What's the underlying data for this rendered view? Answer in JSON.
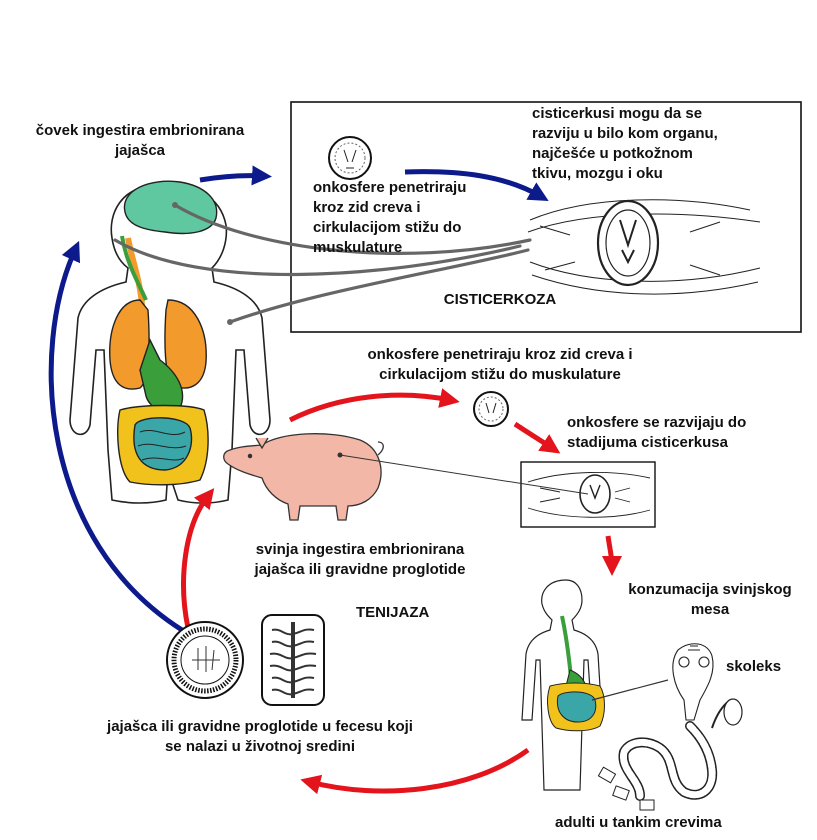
{
  "labels": {
    "human_ingests": [
      "čovek ingestira embrionirana",
      "jajašca"
    ],
    "cysticerci_organs": [
      "cisticerkusi mogu da se",
      "razviju u bilo kom organu,",
      "najčešće u potkožnom",
      "tkivu, mozgu i oku"
    ],
    "onco_box": [
      "onkosfere penetriraju",
      "kroz zid creva i",
      "cirkulacijom stižu do",
      "muskulature"
    ],
    "cysticercosis": "CISTICERKOZA",
    "onco_pig": [
      "onkosfere penetriraju kroz zid creva i",
      "cirkulacijom stižu do muskulature"
    ],
    "onco_develop": [
      "onkosfere se razvijaju do",
      "stadijuma cisticerkusa"
    ],
    "pig_ingests": [
      "svinja ingestira embrionirana",
      "jajašca ili gravidne proglotide"
    ],
    "pork": [
      "konzumacija svinjskog",
      "mesa"
    ],
    "taeniasis": "TENIJAZA",
    "scolex": "skoleks",
    "eggs_feces": [
      "jajašca ili gravidne proglotide u fecesu koji",
      "se nalazi u životnoj sredini"
    ],
    "adults": "adulti u tankim crevima"
  },
  "colors": {
    "human_cycle_arrow": "#0d1a8c",
    "pig_cycle_arrow": "#e3141c",
    "brain": "#5fc8a0",
    "lungs": "#f39a2c",
    "stomach": "#3a9e3a",
    "small_intestine": "#3aa6a8",
    "large_intestine": "#f2c21c",
    "pig": "#f2b7a6",
    "leader_line": "#666666"
  }
}
